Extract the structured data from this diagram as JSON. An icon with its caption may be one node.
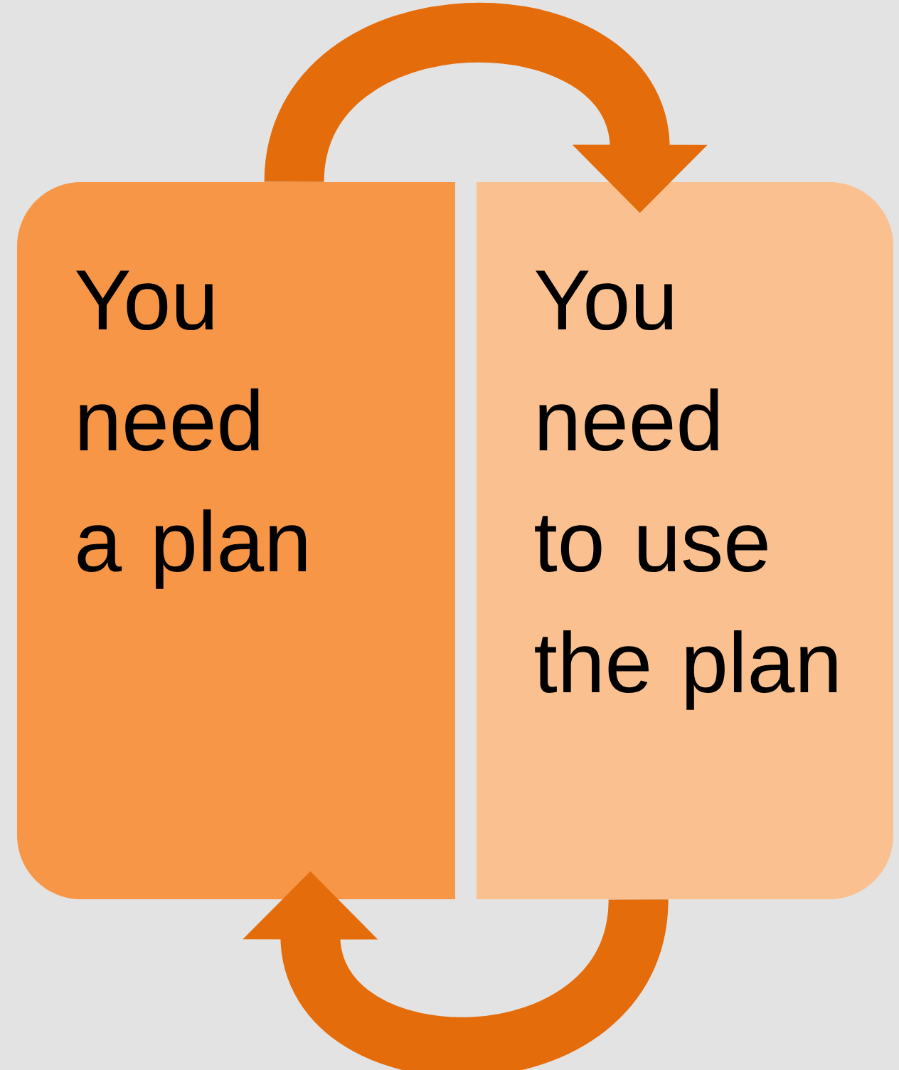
{
  "diagram": {
    "nodes": [
      {
        "text": [
          "You need a plan"
        ]
      },
      {
        "text": [
          "You need to use the plan"
        ]
      }
    ],
    "edges": [
      {
        "from": 0,
        "to": 1,
        "arrow": "to"
      },
      {
        "from": 1,
        "to": 0,
        "arrow": "to"
      }
    ]
  }
}
